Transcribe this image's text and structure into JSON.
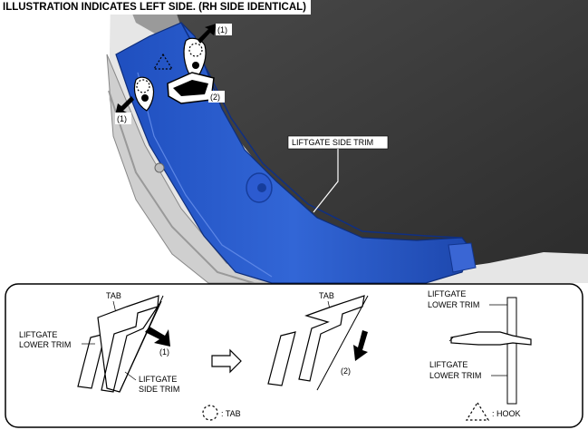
{
  "header": {
    "title": "ILLUSTRATION INDICATES LEFT SIDE. (RH SIDE IDENTICAL)"
  },
  "photo": {
    "callout_label": "LIFTGATE SIDE TRIM",
    "step1_top": "(1)",
    "step1_left": "(1)",
    "step2": "(2)"
  },
  "detail": {
    "left": {
      "tab": "TAB",
      "lower_trim_line1": "LIFTGATE",
      "lower_trim_line2": "LOWER TRIM",
      "step": "(1)",
      "side_trim_line1": "LIFTGATE",
      "side_trim_line2": "SIDE TRIM"
    },
    "middle": {
      "tab": "TAB",
      "step": "(2)"
    },
    "right": {
      "upper_line1": "LIFTGATE",
      "upper_line2": "LOWER TRIM",
      "lower_line1": "LIFTGATE",
      "lower_line2": "LOWER TRIM"
    },
    "legend": {
      "tab": ": TAB",
      "hook": ": HOOK"
    }
  },
  "colors": {
    "trim_blue": "#2a5bc9",
    "panel_gray": "#3a3a3a"
  }
}
